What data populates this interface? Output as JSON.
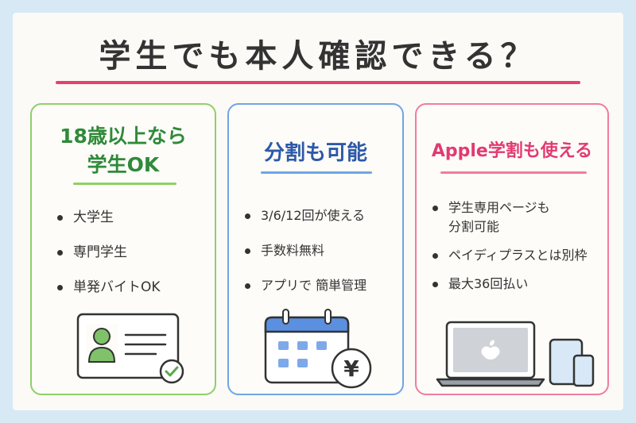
{
  "title": "学生でも本人確認できる？",
  "colors": {
    "accent": "#e4416f",
    "green": "#8fcf6a",
    "blue": "#6fa5e6",
    "pink": "#f07ca0"
  },
  "cards": [
    {
      "title_line1": "18歳以上なら",
      "title_line2": "学生OK",
      "items": [
        "大学生",
        "専門学生",
        "単発バイトOK"
      ],
      "icon": "id-card-icon"
    },
    {
      "title": "分割も可能",
      "items": [
        "3/6/12回が使える",
        "手数料無料",
        "アプリで 簡単管理"
      ],
      "icon": "calendar-yen-icon"
    },
    {
      "title": "Apple学割も使える",
      "items": [
        "学生専用ページも\n分割可能",
        "ペイディプラスとは別枠",
        "最大36回払い"
      ],
      "icon": "apple-devices-icon"
    }
  ]
}
